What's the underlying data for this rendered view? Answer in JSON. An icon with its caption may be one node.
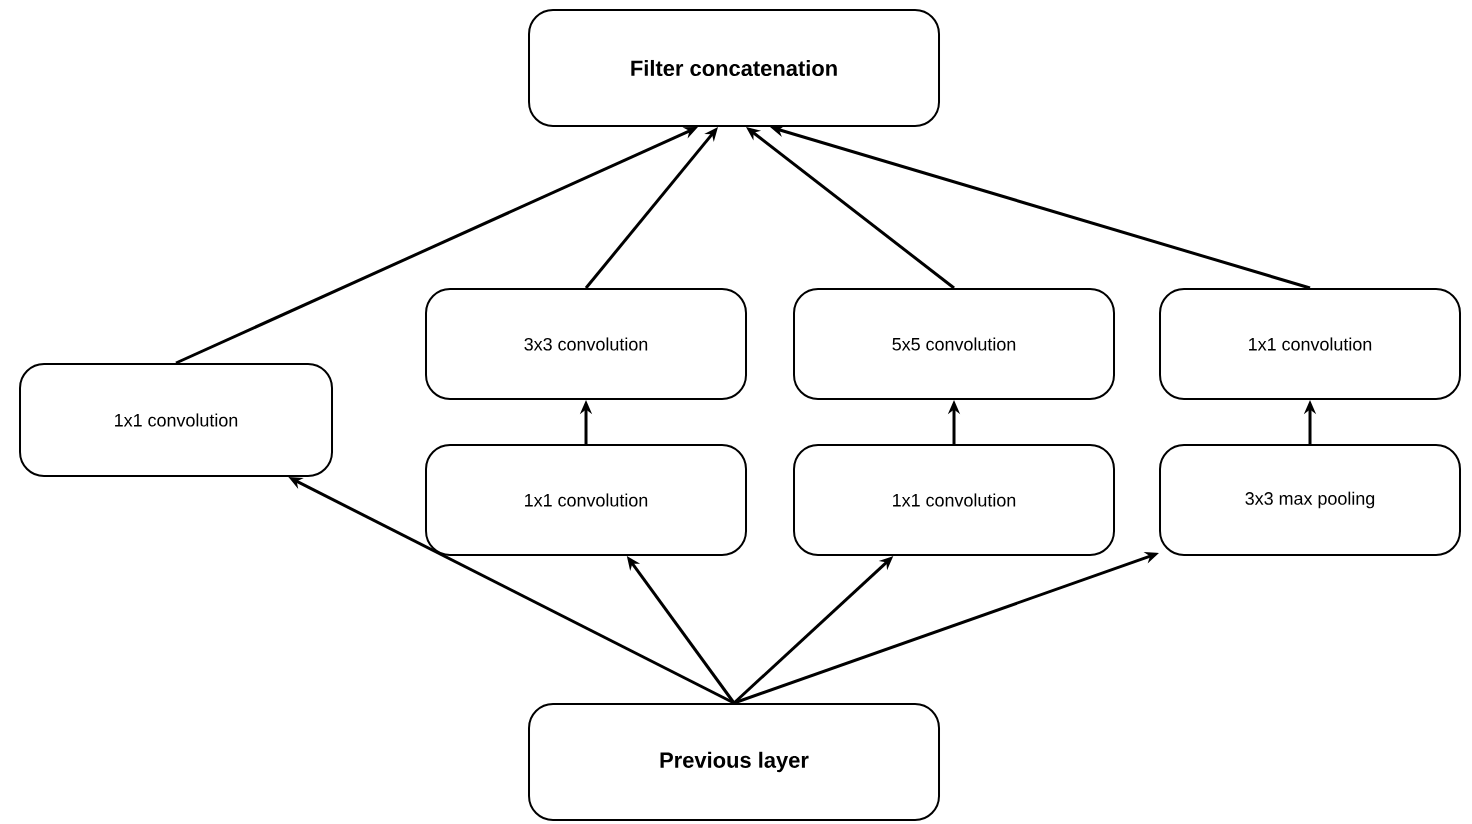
{
  "diagram": {
    "nodes": [
      {
        "text": [
          "**Filter concatenation**"
        ]
      },
      {
        "text": [
          "1x1 convolution"
        ]
      },
      {
        "text": [
          "3x3 convolution"
        ]
      },
      {
        "text": [
          "5x5 convolution"
        ]
      },
      {
        "text": [
          "1x1 convolution"
        ]
      },
      {
        "text": [
          "1x1 convolution"
        ]
      },
      {
        "text": [
          "1x1 convolution"
        ]
      },
      {
        "text": [
          "3x3 max pooling"
        ]
      },
      {
        "text": [
          "**Previous layer**"
        ]
      }
    ],
    "edges": [
      {
        "from": 8,
        "to": 1,
        "arrow": "to"
      },
      {
        "from": 8,
        "to": 5,
        "arrow": "to"
      },
      {
        "from": 8,
        "to": 6,
        "arrow": "to"
      },
      {
        "from": 8,
        "to": 7,
        "arrow": "to"
      },
      {
        "from": 5,
        "to": 2,
        "arrow": "to"
      },
      {
        "from": 6,
        "to": 3,
        "arrow": "to"
      },
      {
        "from": 7,
        "to": 4,
        "arrow": "to"
      },
      {
        "from": 1,
        "to": 0,
        "arrow": "to"
      },
      {
        "from": 2,
        "to": 0,
        "arrow": "to"
      },
      {
        "from": 3,
        "to": 0,
        "arrow": "to"
      },
      {
        "from": 4,
        "to": 0,
        "arrow": "to"
      }
    ]
  }
}
